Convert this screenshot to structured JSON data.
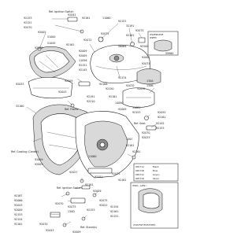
{
  "callouts": {
    "ref_ignition_top": "Ref. Ignition Switch",
    "ref_frame": "Ref. Frame",
    "ref_seat": "Ref. Seat",
    "ref_cowling_center": "Ref. Cowling (Center)",
    "ref_ignition_bottom": "Ref. Ignition Switch",
    "ref_stand": "Ref. Stand(s)"
  },
  "inset_top": {
    "code_line1": "(E9/E9D/E9F",
    "code_line2": "/E9FE)",
    "part": "59960"
  },
  "inset_bottom": {
    "code": "(E9D~ A/E9 )",
    "footer": "(FOF/FOF/FOF/FOFE)",
    "legend": [
      {
        "num": "92071A",
        "label": "Black"
      },
      {
        "num": "92071B",
        "label": "Blue"
      },
      {
        "num": "92071C",
        "label": "Green"
      },
      {
        "num": "92071D",
        "label": "Silver"
      }
    ]
  },
  "labels": {
    "p92153": "92153",
    "p92151a": "92151",
    "p92070": "92070",
    "p92005": "92005",
    "p51000": "51000",
    "p92041": "92041",
    "p92161a": "92161",
    "p11060a": "11060",
    "p92151b": "92151",
    "p51049": "51049",
    "p92161b": "92161",
    "p92072": "92072",
    "p92075a": "92075",
    "p32191": "32191",
    "p92075b": "92075",
    "p92009a": "92009",
    "p92009b": "92009",
    "p92009c": "92009",
    "p11056": "11056",
    "p92151c": "92151",
    "p92145": "92145",
    "p92161c": "92161",
    "p56064": "56064",
    "p92200": "92200",
    "p92001": "92001",
    "p92075c": "92075",
    "p92174": "92174",
    "p92168a": "92168",
    "p92150": "92150",
    "p92070b": "92070",
    "p92075d": "92075",
    "p130A": "130A",
    "p130B": "130B",
    "p92009d": "92009",
    "p92043": "92043",
    "p92033": "92033",
    "p92191": "92191",
    "p92210": "92210",
    "p32160": "32160",
    "p92161d": "92161",
    "p14090": "14090",
    "p92009e": "92009",
    "p11061": "11061",
    "p92153b": "92153",
    "p92055": "92055",
    "p92161e": "92161",
    "p92145b": "92145",
    "p92153c": "92153",
    "p92070c": "92070",
    "p92033b": "92033",
    "p130C": "130C",
    "p92161f": "92161",
    "p92161g": "92161",
    "p92009f": "92009",
    "p92009g": "92009",
    "p11060b": "11060",
    "p92151d": "92151",
    "p92075e": "92075",
    "p92161h": "92161",
    "p92027": "92027",
    "p92161i": "92161",
    "p92009h": "92009",
    "p92167": "92167",
    "p92066": "92066",
    "p92043b": "92043",
    "p92009i": "92009",
    "p92153d": "92153",
    "p92154": "92154",
    "p92161j": "92161",
    "p92070d": "92070",
    "p92075f": "92075",
    "p130D": "130D",
    "p92009j": "92009",
    "p92153e": "92153",
    "p92022": "92022",
    "p92075g": "92075",
    "p92154b": "92154",
    "p92161k": "92161",
    "p92151e": "92151",
    "p92043c": "92043",
    "p92070e": "92070"
  }
}
